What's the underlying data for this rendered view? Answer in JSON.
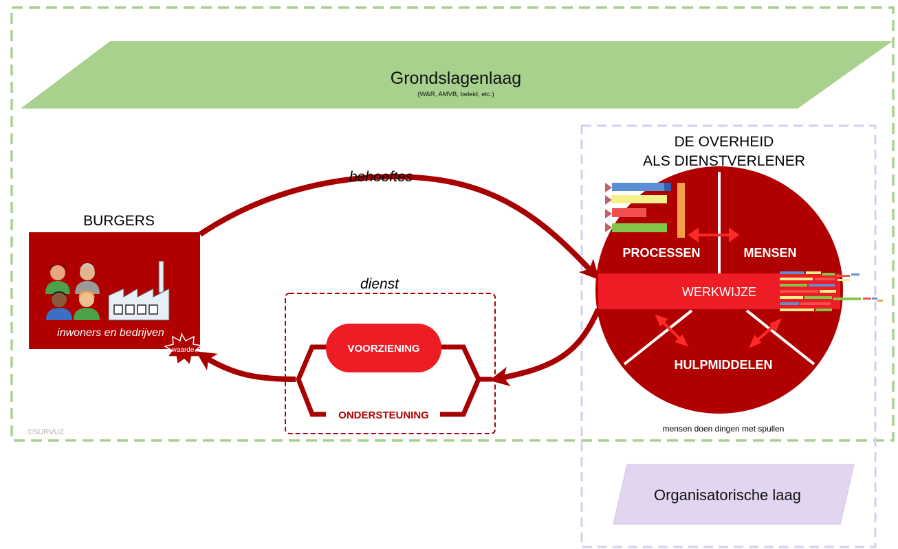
{
  "foundation_layer": {
    "title": "Grondslagenlaag",
    "subtitle": "(W&R, AMVB, beleid, etc.)"
  },
  "citizens": {
    "title": "BURGERS",
    "caption": "inwoners en bedrijven",
    "value_badge": "waarde"
  },
  "needs_label": "behoeftes",
  "service": {
    "title": "dienst",
    "provision": "VOORZIENING",
    "support": "ONDERSTEUNING"
  },
  "government": {
    "title_line1": "DE OVERHEID",
    "title_line2": "ALS DIENSTVERLENER",
    "segments": {
      "processes": "PROCESSEN",
      "people": "MENSEN",
      "method": "WERKWIJZE",
      "tools": "HULPMIDDELEN"
    },
    "footer": "mensen doen dingen met spullen"
  },
  "organizational_layer": {
    "title": "Organisatorische laag"
  },
  "copyright": "©SURVUZ",
  "colors": {
    "dark_red": "#b00000",
    "bright_red": "#e8202a",
    "green_fill": "#a9d18e",
    "green_border": "#a9d18e",
    "lavender_fill": "#e2d5f0",
    "lavender_border": "#d9cdef"
  }
}
